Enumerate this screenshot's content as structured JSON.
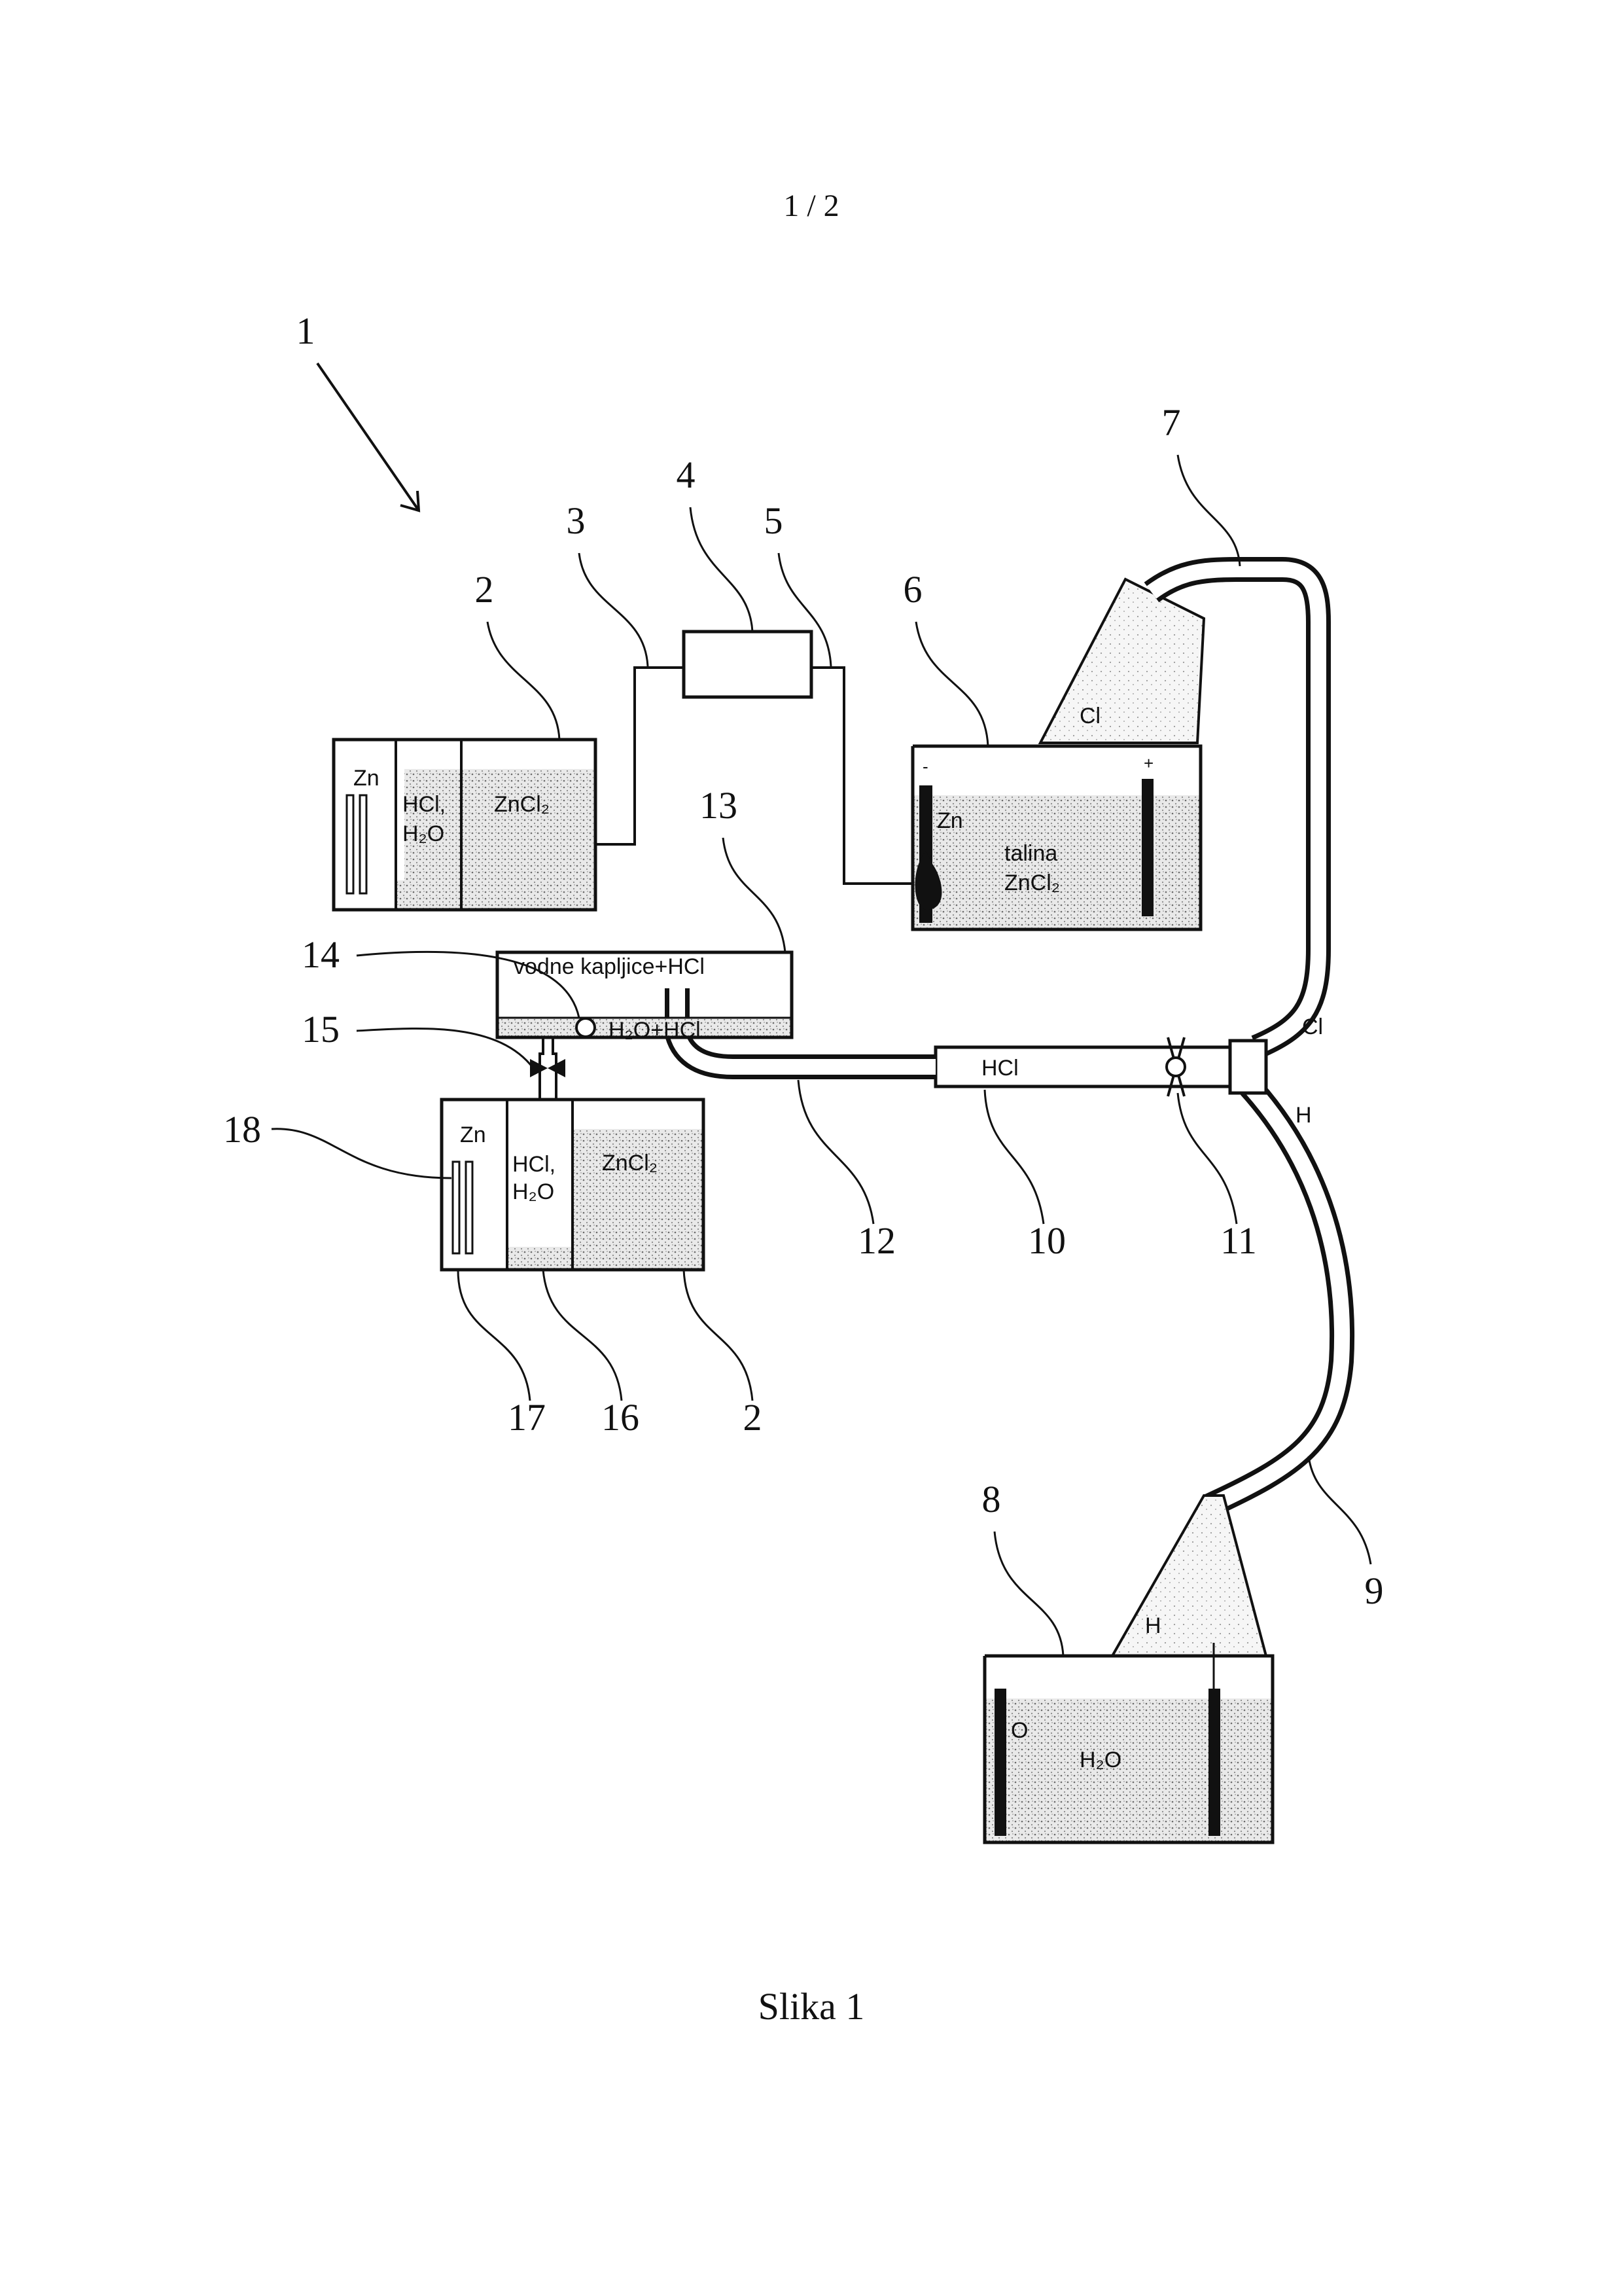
{
  "page": {
    "number": "1 / 2",
    "caption": "Slika 1"
  },
  "refs": {
    "r1": "1",
    "r2_top": "2",
    "r3": "3",
    "r4": "4",
    "r5": "5",
    "r6": "6",
    "r7": "7",
    "r8": "8",
    "r9": "9",
    "r10": "10",
    "r11": "11",
    "r12": "12",
    "r13": "13",
    "r14": "14",
    "r15": "15",
    "r16": "16",
    "r17": "17",
    "r18": "18",
    "r2_bottom": "2"
  },
  "cell_top": {
    "zn": "Zn",
    "hcl": "HCl,",
    "h2o": "H₂O",
    "zncl2": "ZnCl₂"
  },
  "cell_bottom": {
    "zn": "Zn",
    "hcl": "HCl,",
    "h2o": "H₂O",
    "zncl2": "ZnCl₂"
  },
  "electrolyser": {
    "minus": "-",
    "plus": "+",
    "zn": "Zn",
    "melt": "talina",
    "zncl2": "ZnCl₂",
    "gas": "Cl"
  },
  "condenser": {
    "top": "vodne kapljice+HCl",
    "bottom": "H₂O+HCl"
  },
  "pipes": {
    "hcl": "HCl",
    "cl": "Cl",
    "h": "H"
  },
  "water_cell": {
    "gas": "H",
    "o": "O",
    "h2o": "H₂O"
  }
}
